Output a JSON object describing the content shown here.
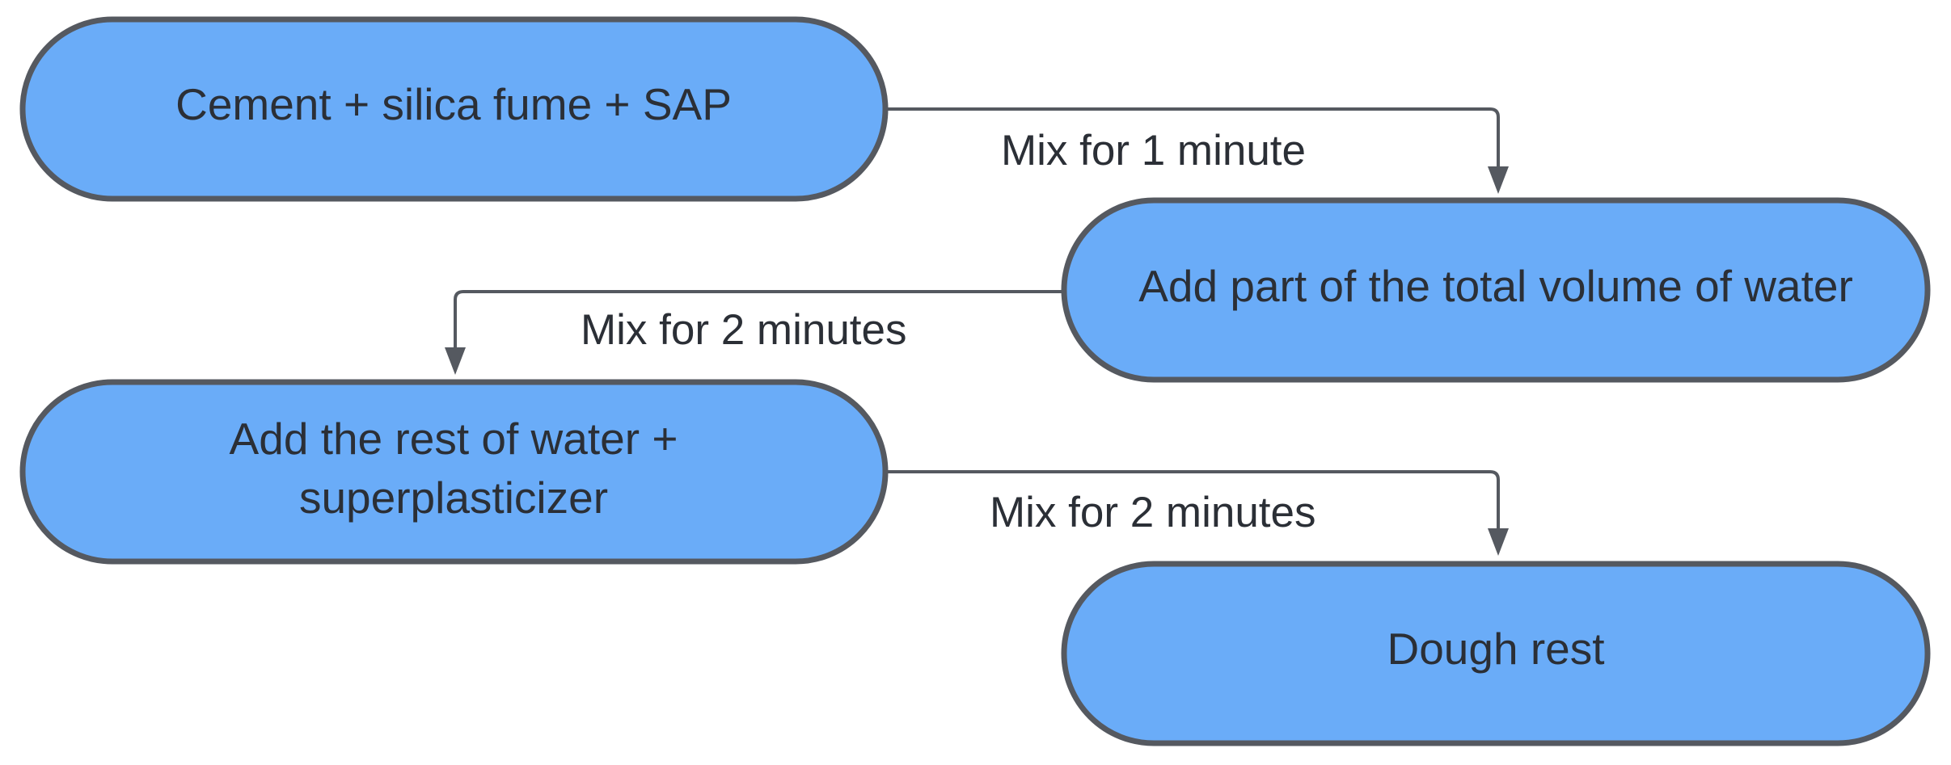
{
  "diagram": {
    "colors": {
      "node_fill": "#6aacf8",
      "node_stroke": "#555960",
      "connector": "#555960",
      "text": "#2b2f36",
      "background": "#ffffff"
    },
    "nodes": [
      {
        "id": "step-1",
        "lines": [
          "Cement + silica fume + SAP"
        ]
      },
      {
        "id": "step-2",
        "lines": [
          "Add part of the total volume of water"
        ]
      },
      {
        "id": "step-3",
        "lines": [
          "Add the rest of water +",
          "superplasticizer"
        ]
      },
      {
        "id": "step-4",
        "lines": [
          "Dough rest"
        ]
      }
    ],
    "edges": [
      {
        "from": "step-1",
        "to": "step-2",
        "label": "Mix for 1 minute"
      },
      {
        "from": "step-2",
        "to": "step-3",
        "label": "Mix for 2 minutes"
      },
      {
        "from": "step-3",
        "to": "step-4",
        "label": "Mix for 2 minutes"
      }
    ]
  }
}
